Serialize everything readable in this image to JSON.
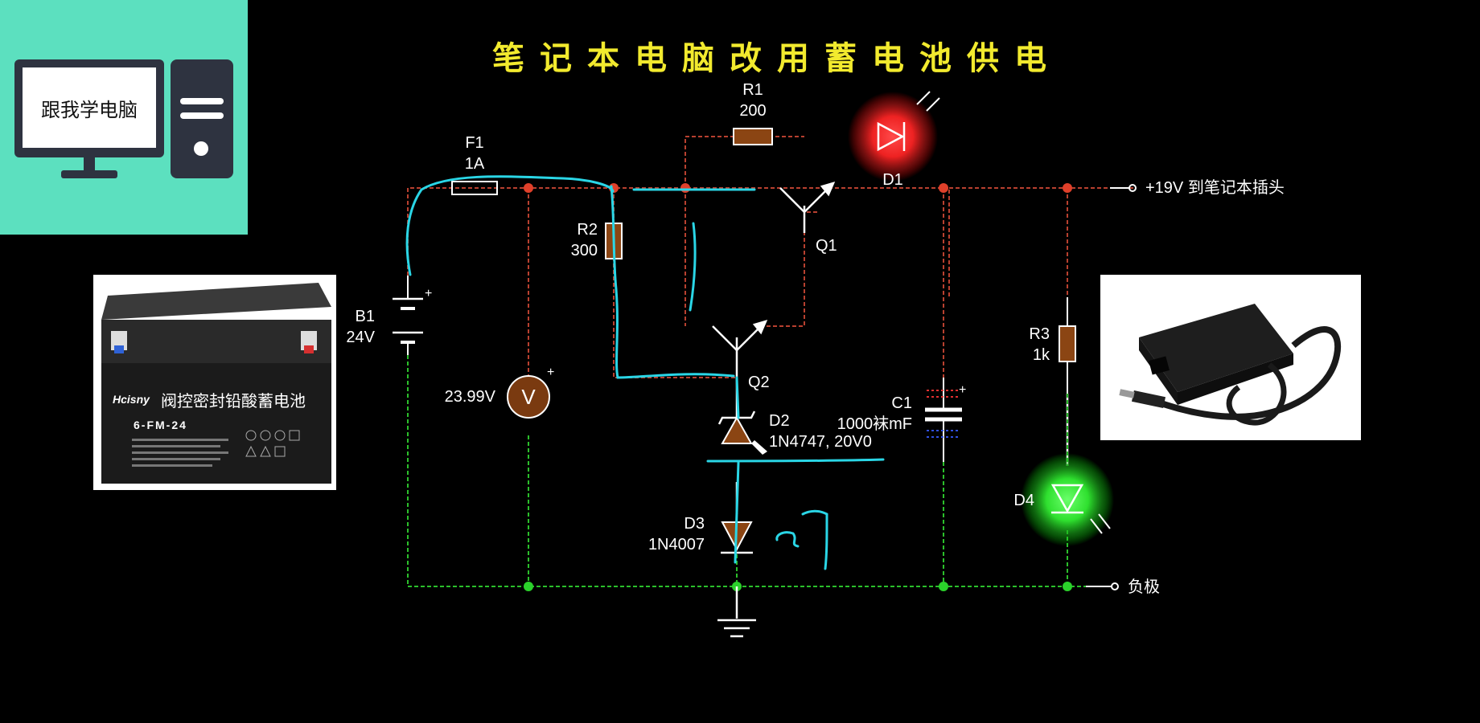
{
  "logo": {
    "text": "跟我学电脑"
  },
  "title": "笔记本电脑改用蓄电池供电",
  "components": {
    "f1": {
      "name": "F1",
      "value": "1A"
    },
    "r1": {
      "name": "R1",
      "value": "200"
    },
    "d1": {
      "name": "D1"
    },
    "r2": {
      "name": "R2",
      "value": "300"
    },
    "q1": {
      "name": "Q1"
    },
    "q2": {
      "name": "Q2"
    },
    "b1": {
      "name": "B1",
      "value": "24V"
    },
    "voltmeter": {
      "reading": "23.99V",
      "symbol": "V"
    },
    "d2": {
      "name": "D2",
      "value": "1N4747, 20V0"
    },
    "d3": {
      "name": "D3",
      "value": "1N4007"
    },
    "c1": {
      "name": "C1",
      "value": "1000袜mF"
    },
    "r3": {
      "name": "R3",
      "value": "1k"
    },
    "d4": {
      "name": "D4"
    }
  },
  "terminals": {
    "positive": "+19V 到笔记本插头",
    "negative": "负极"
  },
  "battery_photo": {
    "brand": "Hcisny",
    "label": "阀控密封铅酸蓄电池",
    "model": "6-FM-24"
  },
  "colors": {
    "wire_top": "#b8402f",
    "wire_bottom": "#2bbf2b",
    "title": "#f2ea2e",
    "logo_bg": "#5ce0bf",
    "annotation": "#2ad6e6",
    "component_fill": "#8b4513"
  }
}
